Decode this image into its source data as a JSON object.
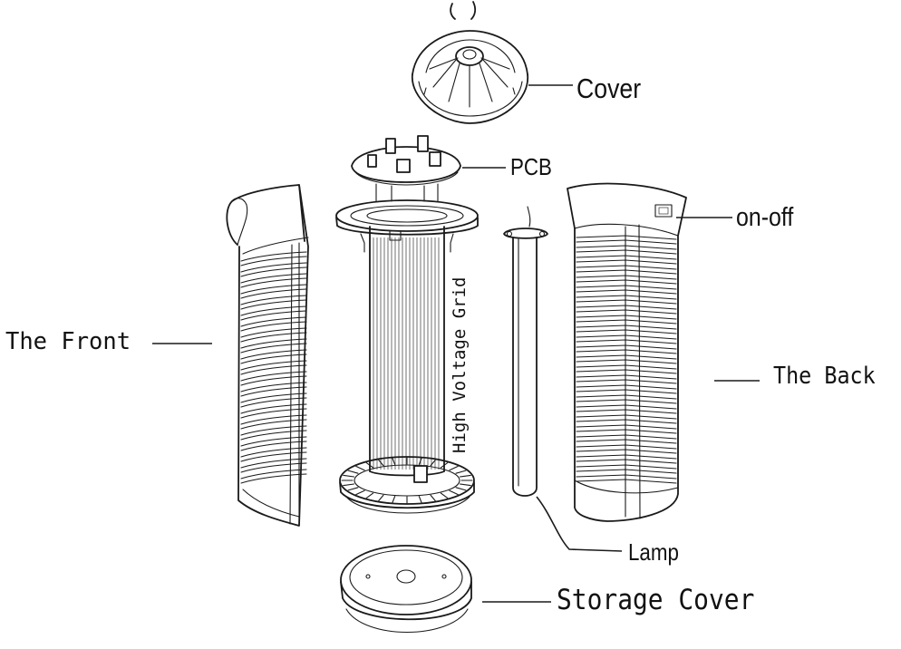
{
  "labels": {
    "cover": "Cover",
    "pcb": "PCB",
    "on_off": "on-off",
    "the_front": "The Front",
    "the_back": "The Back",
    "high_voltage_grid": "High Voltage Grid",
    "lamp": "Lamp",
    "storage_cover": "Storage Cover"
  }
}
